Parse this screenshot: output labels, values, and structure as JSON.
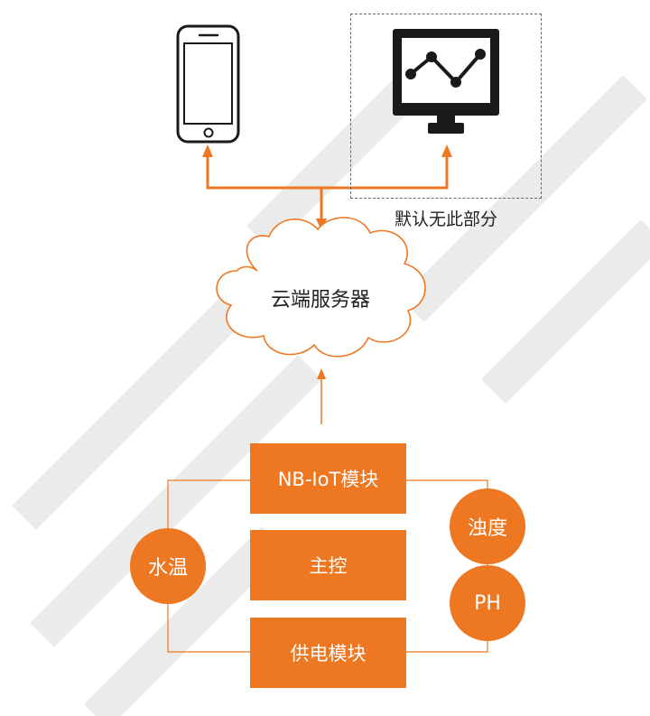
{
  "dashed_box": {
    "label": "默认无此部分"
  },
  "cloud": {
    "label": "云端服务器"
  },
  "modules": {
    "nbiot": "NB-IoT模块",
    "main": "主控",
    "power": "供电模块"
  },
  "sensors": {
    "water_temp": "水温",
    "turbidity": "浊度",
    "ph": "PH"
  },
  "colors": {
    "accent": "#ee7722",
    "line": "#ee7722",
    "dashed": "#5a6b78",
    "device": "#1a1a1a",
    "watermark": "#ebebeb"
  },
  "icons": {
    "phone": "smartphone-icon",
    "monitor": "monitor-chart-icon",
    "cloud": "cloud-icon"
  }
}
